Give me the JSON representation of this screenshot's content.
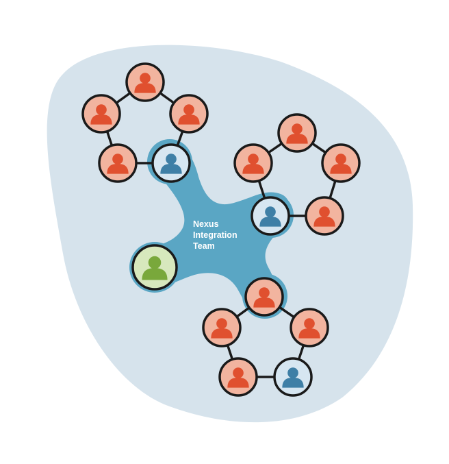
{
  "hub": {
    "label_lines": [
      "Nexus",
      "Integration",
      "Team"
    ]
  },
  "colors": {
    "blob": "#d6e3ec",
    "hub": "#5aa6c4",
    "member_fill": "#e0502f",
    "member_ring": "#f2b49f",
    "lead_fill": "#3e7fa6",
    "lead_ring": "#d6e6f1",
    "integrator_fill": "#79a83b",
    "integrator_ring": "#d7e8bd",
    "outline": "#1a1a1a"
  },
  "teams": [
    {
      "name": "team-top-left",
      "members": [
        "member",
        "member",
        "member",
        "member",
        "lead"
      ]
    },
    {
      "name": "team-right",
      "members": [
        "member",
        "member",
        "member",
        "lead",
        "member"
      ]
    },
    {
      "name": "team-bottom",
      "members": [
        "member",
        "member",
        "member",
        "member",
        "lead"
      ]
    }
  ],
  "integrator": {
    "role": "integrator",
    "icon": "person-icon"
  }
}
